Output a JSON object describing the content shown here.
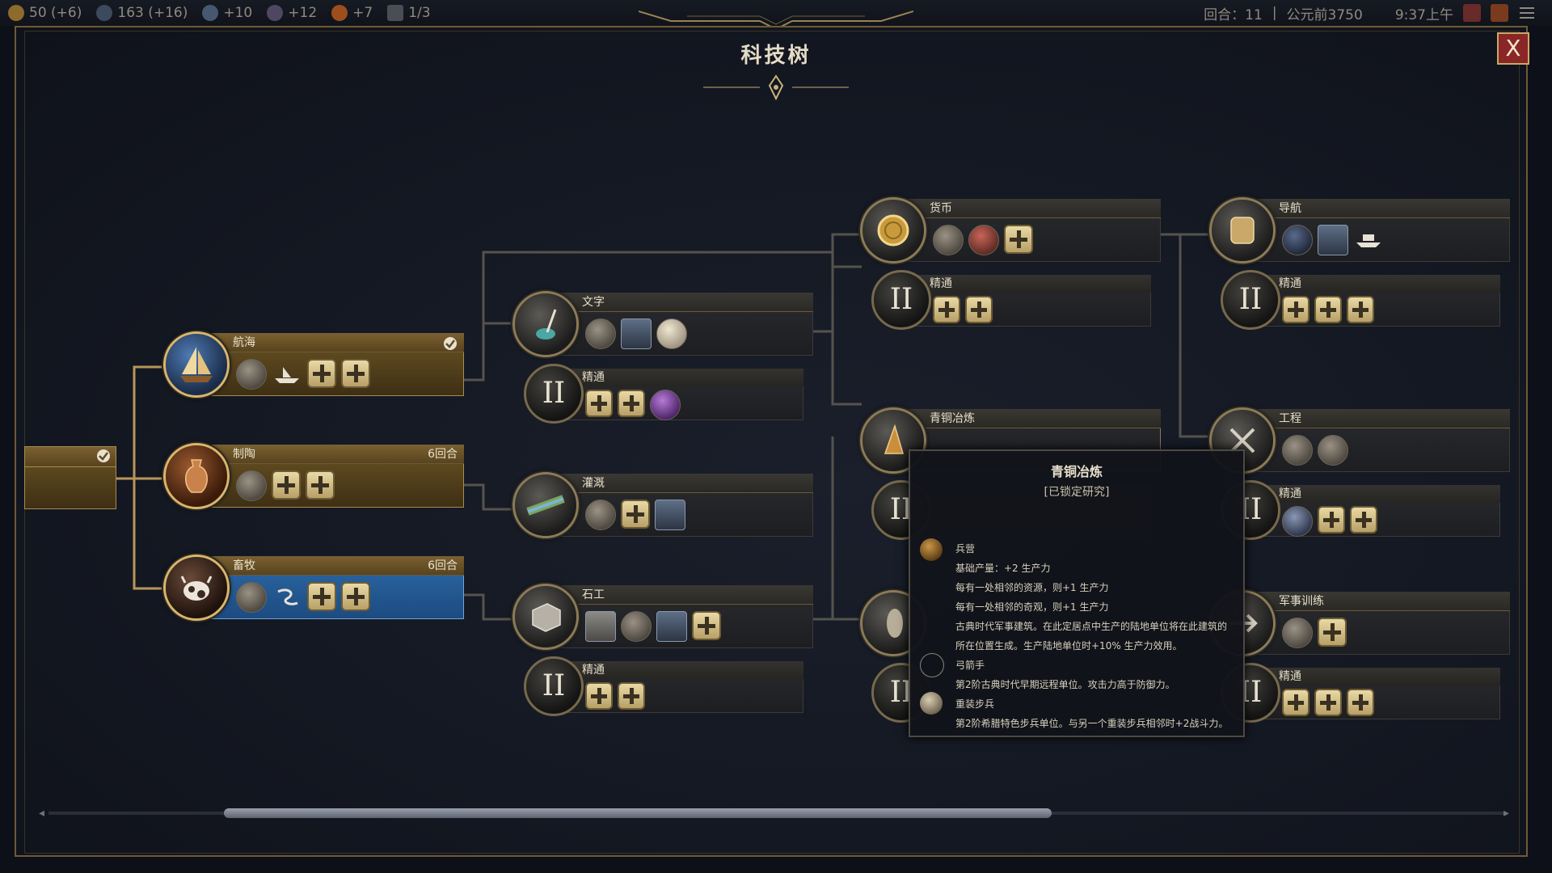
{
  "topbar": {
    "resources": [
      {
        "icon": "gold-coin-icon",
        "value": "50 (+6)",
        "color": "#b58a3a"
      },
      {
        "icon": "globe-science-icon",
        "value": "163 (+16)",
        "color": "#5b6f8a"
      },
      {
        "icon": "faith-flask-icon",
        "value": "+10",
        "color": "#6b87a6"
      },
      {
        "icon": "music-note-icon",
        "value": "+12",
        "color": "#9a8cb0"
      },
      {
        "icon": "happiness-face-icon",
        "value": "+7",
        "color": "#d0722d"
      },
      {
        "icon": "city-building-icon",
        "value": "1/3",
        "color": "#7b7f88"
      }
    ],
    "turn": "回合：11",
    "separator": "|",
    "year": "公元前3750",
    "time": "9:37上午"
  },
  "panel": {
    "title": "科技树",
    "close_label": "X"
  },
  "techs": {
    "sailing": {
      "name": "航海",
      "state": "researched"
    },
    "pottery": {
      "name": "制陶",
      "turns": "6回合"
    },
    "husbandry": {
      "name": "畜牧",
      "turns": "6回合",
      "state": "queued"
    },
    "writing": {
      "name": "文字"
    },
    "irrigation": {
      "name": "灌溉"
    },
    "masonry": {
      "name": "石工"
    },
    "currency": {
      "name": "货币"
    },
    "bronze": {
      "name": "青铜冶炼"
    },
    "navigation": {
      "name": "导航"
    },
    "engineering": {
      "name": "工程"
    },
    "military_training": {
      "name": "军事训练"
    }
  },
  "mastery": {
    "label": "精通",
    "numeral": "II"
  },
  "tooltip": {
    "title": "青铜冶炼",
    "status": "[已锁定研究]",
    "items": [
      {
        "icon": "barracks-icon",
        "name": "兵营",
        "lines": [
          "基础产量：+2 生产力",
          "每有一处相邻的资源，则+1 生产力",
          "每有一处相邻的奇观，则+1 生产力",
          "古典时代军事建筑。在此定居点中生产的陆地单位将在此建筑的",
          "所在位置生成。生产陆地单位时+10% 生产力效用。"
        ]
      },
      {
        "icon": "archer-icon",
        "name": "弓箭手",
        "lines": [
          "第2阶古典时代早期远程单位。攻击力高于防御力。"
        ]
      },
      {
        "icon": "hoplite-icon",
        "name": "重装步兵",
        "lines": [
          "第2阶希腊特色步兵单位。与另一个重装步兵相邻时+2战斗力。"
        ]
      }
    ]
  },
  "scrollbar": {
    "position": 0.28
  }
}
